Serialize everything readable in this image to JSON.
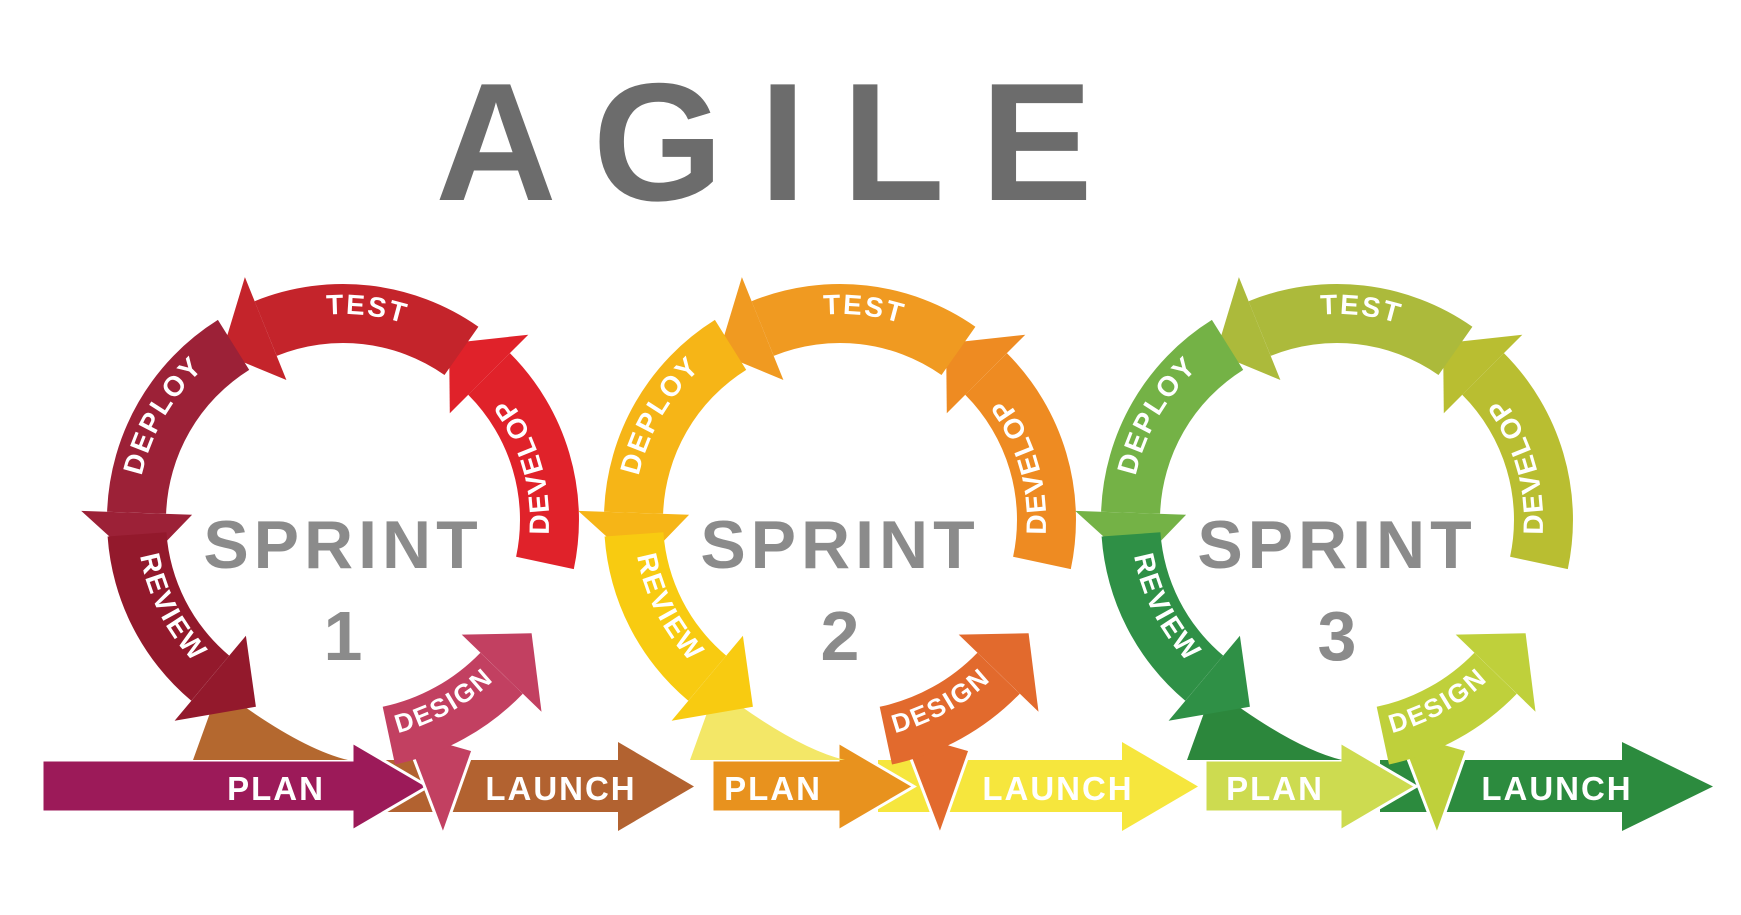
{
  "title": "AGILE",
  "colors": {
    "title": "#6C6C6C",
    "center_text": "#8B8B8B",
    "arrow_label": "#FFFFFF",
    "background": "#FFFFFF"
  },
  "sprints": [
    {
      "name": "SPRINT",
      "number": "1",
      "cycle": [
        {
          "label": "DESIGN",
          "color": "#C24061"
        },
        {
          "label": "DEVELOP",
          "color": "#E0222A"
        },
        {
          "label": "TEST",
          "color": "#C4242B"
        },
        {
          "label": "DEPLOY",
          "color": "#9C2137"
        },
        {
          "label": "REVIEW",
          "color": "#93192C"
        }
      ],
      "plan": {
        "label": "PLAN",
        "color": "#9C1A59"
      },
      "launch": {
        "label": "LAUNCH",
        "color": "#B26230"
      },
      "connector_color": "#B4682F"
    },
    {
      "name": "SPRINT",
      "number": "2",
      "cycle": [
        {
          "label": "DESIGN",
          "color": "#E26A2D"
        },
        {
          "label": "DEVELOP",
          "color": "#EE8B22"
        },
        {
          "label": "TEST",
          "color": "#F09A21"
        },
        {
          "label": "DEPLOY",
          "color": "#F6B517"
        },
        {
          "label": "REVIEW",
          "color": "#F8CB11"
        }
      ],
      "plan": {
        "label": "PLAN",
        "color": "#E8921E"
      },
      "launch": {
        "label": "LAUNCH",
        "color": "#F6E63D"
      },
      "connector_color": "#F3E767"
    },
    {
      "name": "SPRINT",
      "number": "3",
      "cycle": [
        {
          "label": "DESIGN",
          "color": "#BFD03B"
        },
        {
          "label": "DEVELOP",
          "color": "#B9BE31"
        },
        {
          "label": "TEST",
          "color": "#ACBA3B"
        },
        {
          "label": "DEPLOY",
          "color": "#74B246"
        },
        {
          "label": "REVIEW",
          "color": "#2F9046"
        }
      ],
      "plan": {
        "label": "PLAN",
        "color": "#CDDB50"
      },
      "launch": {
        "label": "LAUNCH",
        "color": "#2C8B3E"
      },
      "connector_color": "#2C873C"
    }
  ]
}
